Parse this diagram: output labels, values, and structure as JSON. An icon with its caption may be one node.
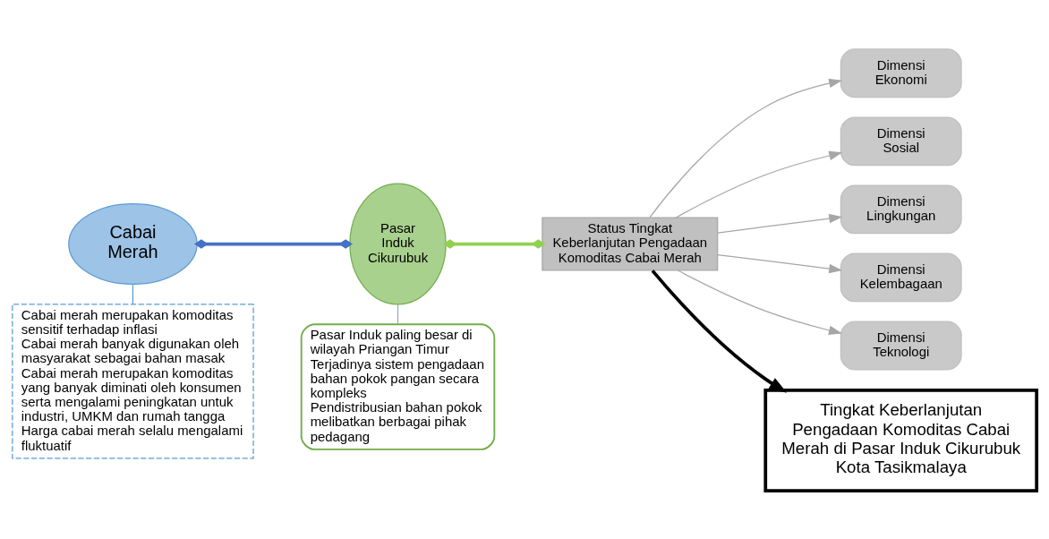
{
  "diagram": {
    "nodes": [
      {
        "text": [
          "Cabai Merah"
        ]
      },
      {
        "text": [
          "Cabai merah merupakan komoditas sensitif terhadap inflasi",
          "Cabai merah banyak digunakan oleh masyarakat sebagai bahan masak",
          "Cabai merah merupakan komoditas yang banyak diminati oleh konsumen serta mengalami peningkatan untuk industri, UMKM dan rumah tangga",
          "Harga cabai merah selalu mengalami fluktuatif"
        ]
      },
      {
        "text": [
          "Pasar Induk Cikurubuk"
        ]
      },
      {
        "text": [
          "Pasar Induk paling besar di wilayah Priangan Timur",
          "Terjadinya sistem pengadaan bahan pokok pangan secara kompleks",
          "Pendistribusian bahan pokok melibatkan berbagai pihak pedagang"
        ]
      },
      {
        "text": [
          "Status Tingkat Keberlanjutan Pengadaan Komoditas Cabai Merah"
        ]
      },
      {
        "text": [
          "Dimensi Ekonomi"
        ]
      },
      {
        "text": [
          "Dimensi Sosial"
        ]
      },
      {
        "text": [
          "Dimensi Lingkungan"
        ]
      },
      {
        "text": [
          "Dimensi Kelembagaan"
        ]
      },
      {
        "text": [
          "Dimensi Teknologi"
        ]
      },
      {
        "text": [
          "Tingkat Keberlanjutan Pengadaan Komoditas Cabai Merah di Pasar Induk Cikurubuk Kota Tasikmalaya"
        ]
      }
    ],
    "edges": [
      {
        "from": 0,
        "to": 2,
        "arrow": "other",
        "color": "#4472c4",
        "style": "thick"
      },
      {
        "from": 2,
        "to": 4,
        "arrow": "other",
        "color": "#92d050",
        "style": "thick"
      },
      {
        "from": 4,
        "to": 5,
        "arrow": "to"
      },
      {
        "from": 4,
        "to": 6,
        "arrow": "to"
      },
      {
        "from": 4,
        "to": 7,
        "arrow": "to"
      },
      {
        "from": 4,
        "to": 8,
        "arrow": "to"
      },
      {
        "from": 4,
        "to": 9,
        "arrow": "to"
      },
      {
        "from": 4,
        "to": 10,
        "arrow": "to",
        "color": "#000000",
        "style": "thick"
      },
      {
        "from": 0,
        "to": 1,
        "arrow": "none",
        "color": "#5b9bd5"
      },
      {
        "from": 2,
        "to": 3,
        "arrow": "none"
      }
    ]
  }
}
